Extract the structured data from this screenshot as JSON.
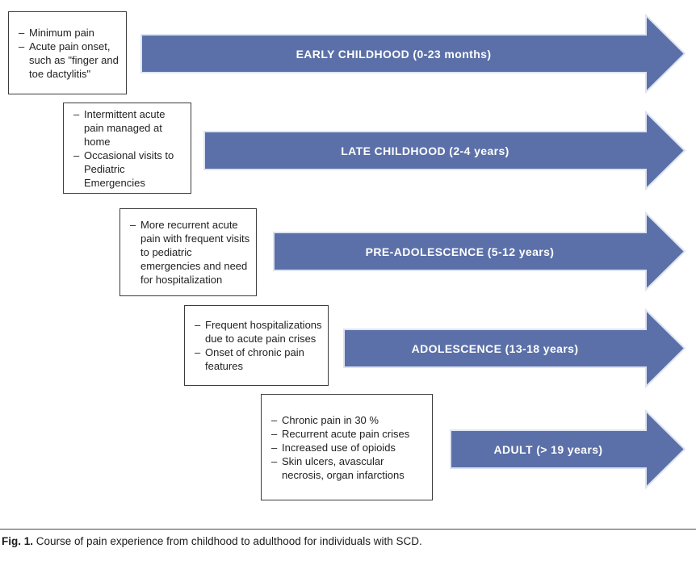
{
  "colors": {
    "arrow_fill": "#5b70a8",
    "arrow_outline": "#dde4f2",
    "box_border": "#3d3d3d",
    "text": "#222222"
  },
  "stages": [
    {
      "label": "EARLY CHILDHOOD (0-23 months)",
      "notes": [
        "Minimum pain",
        "Acute pain onset, such as \"finger and toe dactylitis\""
      ]
    },
    {
      "label": "LATE CHILDHOOD (2-4 years)",
      "notes": [
        "Intermittent acute pain managed at home",
        "Occasional visits to Pediatric Emergencies"
      ]
    },
    {
      "label": "PRE-ADOLESCENCE (5-12 years)",
      "notes": [
        "More recurrent acute pain with frequent visits to pediatric emergencies and need for hospitalization"
      ]
    },
    {
      "label": "ADOLESCENCE (13-18 years)",
      "notes": [
        "Frequent hospitalizations due to acute pain crises",
        "Onset of chronic pain features"
      ]
    },
    {
      "label": "ADULT (> 19 years)",
      "notes": [
        "Chronic pain in 30 %",
        "Recurrent acute pain crises",
        "Increased use of opioids",
        "Skin ulcers, avascular necrosis, organ infarctions"
      ]
    }
  ],
  "caption": {
    "fig_label": "Fig. 1.",
    "text": "Course of pain experience from childhood to adulthood for individuals with SCD."
  }
}
